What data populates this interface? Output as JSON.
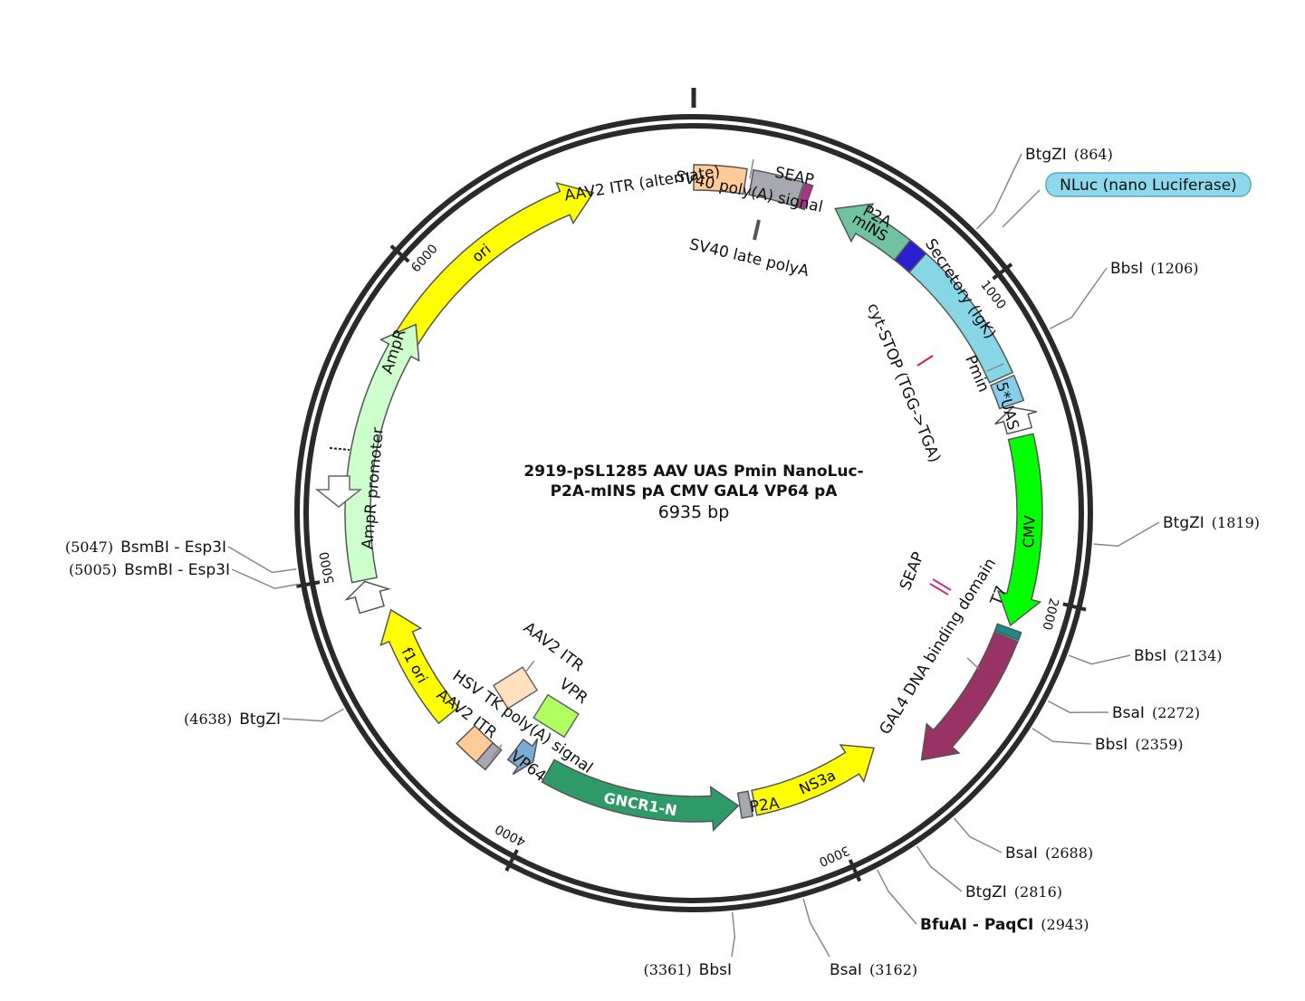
{
  "plasmid": {
    "name_line1": "2919-pSL1285 AAV UAS Pmin NanoLuc-",
    "name_line2": "P2A-mINS pA CMV GAL4 VP64 pA",
    "size_label": "6935 bp",
    "length_bp": 6935
  },
  "ticks": [
    {
      "bp": 1000,
      "label": "1000"
    },
    {
      "bp": 2000,
      "label": "2000"
    },
    {
      "bp": 3000,
      "label": "3000"
    },
    {
      "bp": 4000,
      "label": "4000"
    },
    {
      "bp": 5000,
      "label": "5000"
    },
    {
      "bp": 6000,
      "label": "6000"
    }
  ],
  "features": [
    {
      "id": "ori",
      "label": "ori",
      "start": 5760,
      "end": 6600,
      "dir": 1,
      "track": 1,
      "color": "#ffff00",
      "text_color": "#000000"
    },
    {
      "id": "ampr",
      "label": "",
      "start": 4980,
      "end": 5860,
      "dir": 1,
      "track": 1,
      "color": "#ccffcc",
      "text_color": "#000000"
    },
    {
      "id": "ampr-promoter",
      "label": "",
      "start": 4880,
      "end": 4975,
      "dir": 1,
      "track": 1,
      "color": "#ffffff",
      "text_color": "#000000"
    },
    {
      "id": "f1-ori",
      "label": "f1 ori",
      "start": 4440,
      "end": 4860,
      "dir": 1,
      "track": 2,
      "color": "#ffff00",
      "text_color": "#000000"
    },
    {
      "id": "aav2-itr-left",
      "label": "",
      "start": 4260,
      "end": 4350,
      "dir": 0,
      "track": 2,
      "color": "#ffcc99",
      "text_color": "#000000"
    },
    {
      "id": "hsv-tk-pa",
      "label": "",
      "start": 4220,
      "end": 4260,
      "dir": 0,
      "track": 2,
      "color": "#a8a8b0",
      "text_color": "#000000"
    },
    {
      "id": "vp64",
      "label": "",
      "start": 4100,
      "end": 4180,
      "dir": -1,
      "track": 3,
      "color": "#7eaad6",
      "text_color": "#000000"
    },
    {
      "id": "gncr1-n",
      "label": "GNCR1-N",
      "start": 3300,
      "end": 4035,
      "dir": -1,
      "track": 3,
      "color": "#2e9a68",
      "text_color": "#ffffff"
    },
    {
      "id": "p2a-lower",
      "label": "",
      "start": 3255,
      "end": 3295,
      "dir": 0,
      "track": 3,
      "color": "#a8a8b0",
      "text_color": "#000000"
    },
    {
      "id": "ns3a",
      "label": "NS3a",
      "start": 2745,
      "end": 3240,
      "dir": -1,
      "track": 3,
      "color": "#ffff00",
      "text_color": "#000000"
    },
    {
      "id": "gal4-dbd",
      "label": "",
      "start": 2150,
      "end": 2645,
      "dir": 1,
      "track": 1,
      "color": "#993366",
      "text_color": "#000000"
    },
    {
      "id": "t7",
      "label": "",
      "start": 2120,
      "end": 2145,
      "dir": 0,
      "track": 1,
      "color": "#1a8a8a",
      "text_color": "#000000"
    },
    {
      "id": "cmv",
      "label": "CMV",
      "start": 1480,
      "end": 2110,
      "dir": 1,
      "track": 1,
      "color": "#00ff00",
      "text_color": "#000000"
    },
    {
      "id": "five-uas",
      "label": "",
      "start": 1380,
      "end": 1460,
      "dir": -1,
      "track": 1,
      "color": "#ffffff",
      "text_color": "#000000"
    },
    {
      "id": "pmin",
      "label": "",
      "start": 1285,
      "end": 1370,
      "dir": 0,
      "track": 1,
      "color": "#87ceeb",
      "text_color": "#000000"
    },
    {
      "id": "nluc",
      "label": "",
      "start": 805,
      "end": 1275,
      "dir": 0,
      "track": 1,
      "color": "#87d6e6",
      "text_color": "#000000"
    },
    {
      "id": "p2a-upper",
      "label": "",
      "start": 740,
      "end": 805,
      "dir": 0,
      "track": 1,
      "color": "#2a1fd0",
      "text_color": "#000000"
    },
    {
      "id": "mins",
      "label": "mINS",
      "start": 480,
      "end": 740,
      "dir": -1,
      "track": 1,
      "color": "#6fc3a0",
      "text_color": "#000000"
    },
    {
      "id": "seap-top",
      "label": "",
      "start": 360,
      "end": 385,
      "dir": 0,
      "track": 1,
      "color": "#b0308f",
      "text_color": "#000000"
    },
    {
      "id": "sv40-pa",
      "label": "",
      "start": 190,
      "end": 355,
      "dir": 0,
      "track": 1,
      "color": "#a8a8b0",
      "text_color": "#000000"
    },
    {
      "id": "aav2-itr-alt",
      "label": "",
      "start": 0,
      "end": 170,
      "dir": 0,
      "track": 1,
      "color": "#ffcc99",
      "text_color": "#000000"
    }
  ],
  "free_boxes": [
    {
      "id": "aav2-itr-box",
      "label": "AAV2 ITR",
      "color": "#ffe0c0"
    },
    {
      "id": "vpr-box",
      "label": "VPR",
      "color": "#b0ff60"
    }
  ],
  "labels": {
    "aav2_itr_alternate": "AAV2 ITR (alternate)",
    "seap_top": "SEAP",
    "sv40_pa_signal": "SV40 poly(A) signal",
    "sv40_late_polya": "SV40 late polyA",
    "p2a_upper": "P2A",
    "secretory": "Secretory (IgK)",
    "pmin": "Pmin",
    "five_uas": "5*UAS",
    "cyt_stop": "cyt-STOP (TGG->TGA)",
    "seap_inner": "SEAP",
    "t7": "T7",
    "gal4_dbd": "GAL4 DNA binding domain",
    "p2a_lower": "P2A",
    "hsv_tk": "HSV TK poly(A) signal",
    "aav2_itr_lower": "AAV2 ITR",
    "vp64": "VP64",
    "aav2_itr_box": "AAV2 ITR",
    "vpr": "VPR",
    "ampr": "AmpR",
    "ampr_promoter": "AmpR promoter",
    "nluc_badge": "NLuc (nano Luciferase)"
  },
  "sites": [
    {
      "name": "BtgZI",
      "pos": "(864)",
      "bp": 864,
      "side": "right",
      "bold": false
    },
    {
      "name": "BbsI",
      "pos": "(1206)",
      "bp": 1206,
      "side": "right",
      "bold": false
    },
    {
      "name": "BtgZI",
      "pos": "(1819)",
      "bp": 1819,
      "side": "right",
      "bold": false
    },
    {
      "name": "BbsI",
      "pos": "(2134)",
      "bp": 2134,
      "side": "right",
      "bold": false
    },
    {
      "name": "BsaI",
      "pos": "(2272)",
      "bp": 2272,
      "side": "right",
      "bold": false
    },
    {
      "name": "BbsI",
      "pos": "(2359)",
      "bp": 2359,
      "side": "right",
      "bold": false
    },
    {
      "name": "BsaI",
      "pos": "(2688)",
      "bp": 2688,
      "side": "right",
      "bold": false
    },
    {
      "name": "BtgZI",
      "pos": "(2816)",
      "bp": 2816,
      "side": "right",
      "bold": false
    },
    {
      "name": "BfuAI - PaqCI",
      "pos": "(2943)",
      "bp": 2943,
      "side": "right",
      "bold": true
    },
    {
      "name": "BsaI",
      "pos": "(3162)",
      "bp": 3162,
      "side": "right",
      "bold": false
    },
    {
      "name": "BbsI",
      "pos": "(3361)",
      "bp": 3361,
      "side": "left",
      "bold": false
    },
    {
      "name": "BtgZI",
      "pos": "(4638)",
      "bp": 4638,
      "side": "left",
      "bold": false
    },
    {
      "name": "BsmBI - Esp3I",
      "pos": "(5005)",
      "bp": 5005,
      "side": "left",
      "bold": false
    },
    {
      "name": "BsmBI - Esp3I",
      "pos": "(5047)",
      "bp": 5047,
      "side": "left",
      "bold": false
    }
  ]
}
